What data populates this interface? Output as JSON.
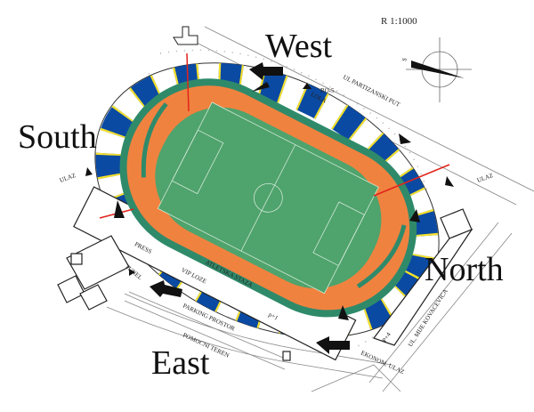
{
  "labels": {
    "west": "West",
    "south": "South",
    "north": "North",
    "east": "East",
    "scale": "R 1:1000",
    "compass_letter": "S",
    "street_partizanski": "UL PARTIZANSKI PUT",
    "street_kovacevica": "UL. MIJE KOVACEVICA",
    "ulaz_left": "ULAZ",
    "ulaz_right": "ULAZ",
    "ekonom_ulaz": "EKONOM. ULAZ",
    "track": "ATLETSKA STAZA",
    "tunel": "TUNEL",
    "press": "PRESS",
    "vip": "VIP LOZE",
    "parking": "PARKING PROSTOR",
    "pomocni": "POMOCNI TEREN",
    "p1": "p+1",
    "p4": "P+4",
    "ro": "RO-5",
    "lola": "LOLA"
  },
  "colors": {
    "field": "#4fa36c",
    "track": "#f0823f",
    "ring": "#2f8a6a",
    "seats_blue": "#0b4aa2",
    "seat_divider": "#f5e12a",
    "marker_red": "#e0241c"
  }
}
